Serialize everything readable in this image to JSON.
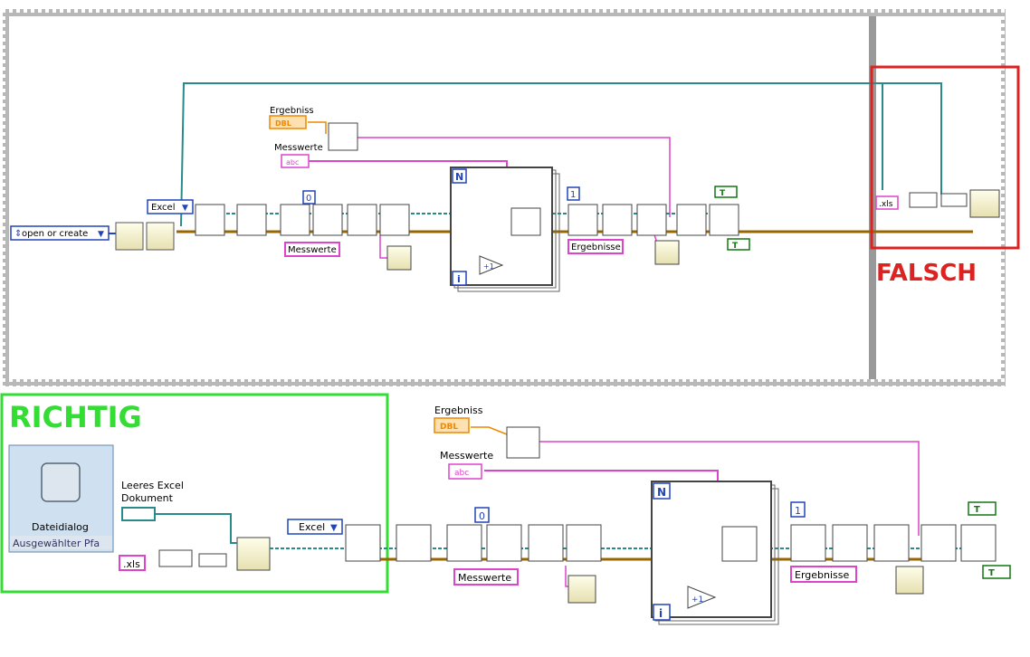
{
  "top_diagram": {
    "file_op_label": "open or create",
    "excel_label": "Excel",
    "ergebniss_label": "Ergebniss",
    "dbl_label": "DBL",
    "messwerte_label": "Messwerte",
    "abc_label": "abc",
    "const_zero": "0",
    "const_one": "1",
    "messwerte_wire_label": "Messwerte",
    "ergebnisse_wire_label": "Ergebnisse",
    "for_loop_n": "N",
    "for_loop_i": "i",
    "true_const": "T",
    "xls_const": ".xls",
    "case_verdict": "FALSCH"
  },
  "bottom_diagram": {
    "verdict": "RICHTIG",
    "file_dialog_label": "Dateidialog",
    "file_dialog_output": "Ausgewählter Pfa",
    "empty_excel_label_line1": "Leeres Excel",
    "empty_excel_label_line2": "Dokument",
    "excel_label": "Excel",
    "ergebniss_label": "Ergebniss",
    "dbl_label": "DBL",
    "messwerte_label": "Messwerte",
    "abc_label": "abc",
    "const_zero": "0",
    "const_one": "1",
    "messwerte_wire_label": "Messwerte",
    "ergebnisse_wire_label": "Ergebnisse",
    "for_loop_n": "N",
    "for_loop_i": "i",
    "true_const": "T",
    "xls_const": ".xls"
  },
  "colors": {
    "richtig": "#33dd33",
    "falsch": "#dd2222",
    "wire_pink": "#dd44cc",
    "wire_teal": "#2a8a8a",
    "wire_orange": "#ee8800",
    "wire_blue": "#2244bb",
    "wire_brown": "#996600",
    "bool_green": "#117711"
  }
}
